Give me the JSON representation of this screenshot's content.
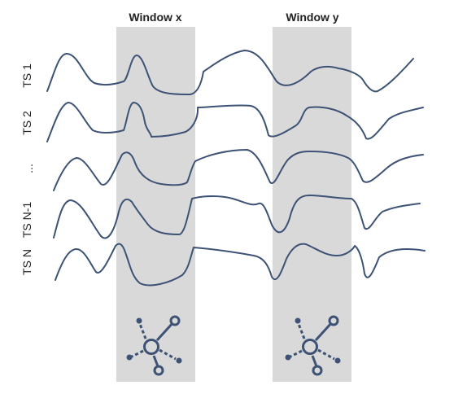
{
  "windows": [
    {
      "label": "Window x"
    },
    {
      "label": "Window y"
    }
  ],
  "series_labels": [
    "TS 1",
    "TS 2",
    "...",
    "TS N-1",
    "TS N"
  ],
  "colors": {
    "line": "#3d5275",
    "window_fill": "#d9d9d9",
    "text": "#222222"
  },
  "icons": [
    "network-graph-icon",
    "network-graph-icon"
  ]
}
